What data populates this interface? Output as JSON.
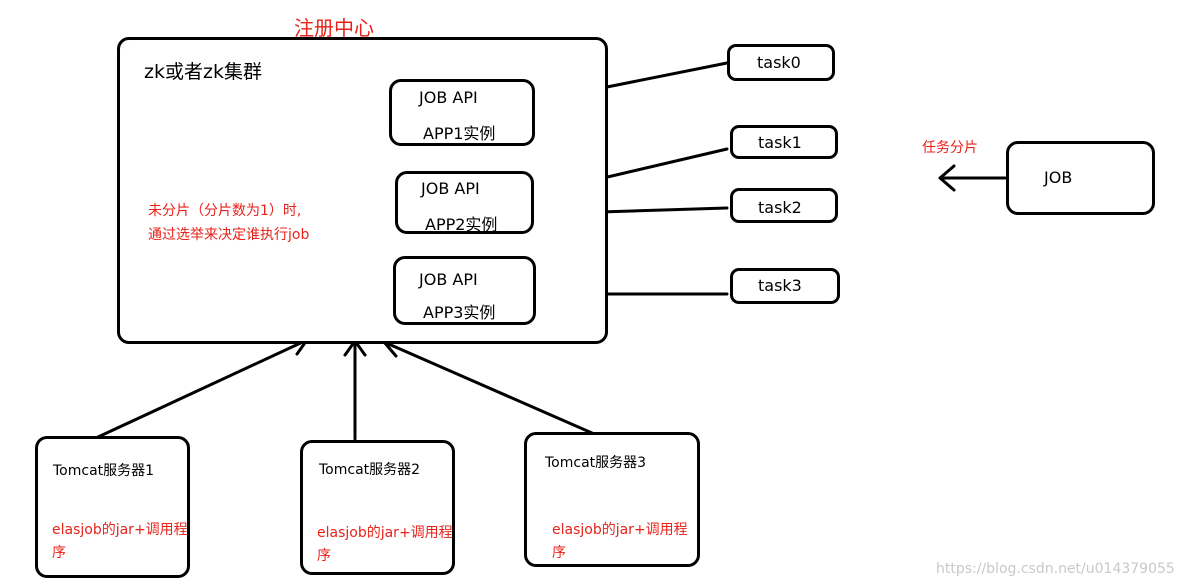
{
  "title": "注册中心",
  "registry": {
    "label": "zk或者zk集群",
    "note_line1": "未分片（分片数为1）时,",
    "note_line2": "通过选举来决定谁执行job"
  },
  "apps": [
    {
      "line1": "JOB API",
      "line2": "APP1实例"
    },
    {
      "line1": "JOB API",
      "line2": "APP2实例"
    },
    {
      "line1": "JOB API",
      "line2": "APP3实例"
    }
  ],
  "tasks": [
    "task0",
    "task1",
    "task2",
    "task3"
  ],
  "job": {
    "label": "JOB",
    "shard_label": "任务分片"
  },
  "servers": [
    {
      "name": "Tomcat服务器1",
      "desc_line1": "elasjob的jar+调用程",
      "desc_line2": "序"
    },
    {
      "name": "Tomcat服务器2",
      "desc_line1": "elasjob的jar+调用程",
      "desc_line2": "序"
    },
    {
      "name": "Tomcat服务器3",
      "desc_line1": "elasjob的jar+调用程",
      "desc_line2": "序"
    }
  ],
  "watermark": "https://blog.csdn.net/u014379055",
  "colors": {
    "annotation": "#e8231b",
    "stroke": "#000000"
  }
}
